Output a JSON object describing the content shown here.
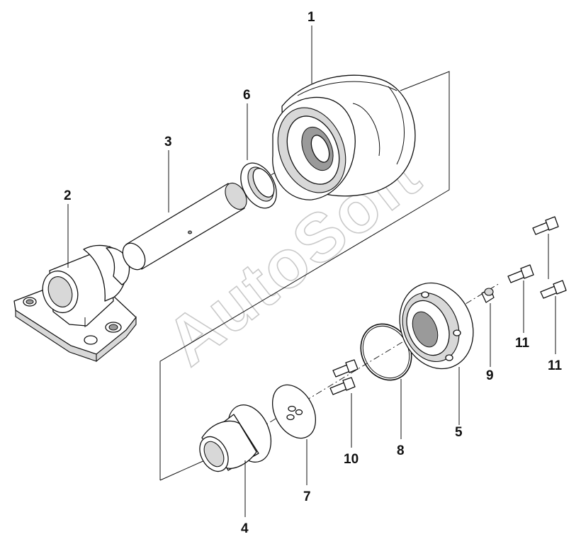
{
  "watermark": "AutoSoft",
  "callouts": {
    "c1": "1",
    "c2": "2",
    "c3": "3",
    "c4": "4",
    "c5": "5",
    "c6": "6",
    "c7": "7",
    "c8": "8",
    "c9": "9",
    "c10": "10",
    "c11a": "11",
    "c11b": "11"
  }
}
